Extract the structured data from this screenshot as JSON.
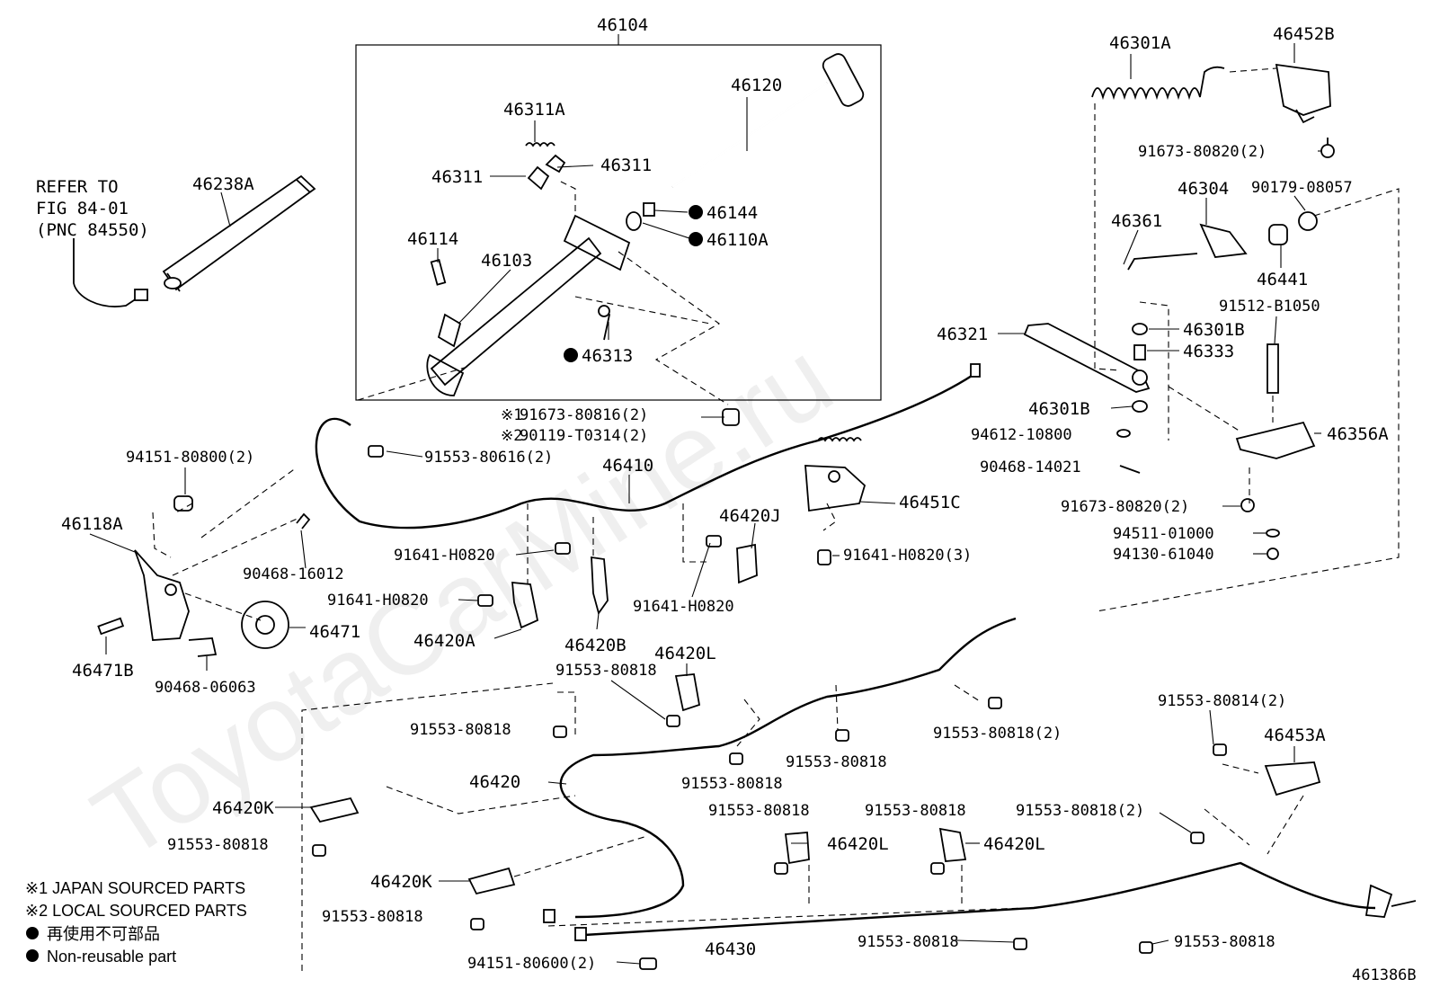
{
  "diagram_id": "461386B",
  "refer": [
    "REFER TO",
    "FIG 84-01",
    "(PNC 84550)"
  ],
  "assembly_label": "46104",
  "watermark": "ToyotaCarMine.ru",
  "note_marks": [
    "※1",
    "※2"
  ],
  "legend": {
    "japan": "※1 JAPAN SOURCED PARTS",
    "local": "※2 LOCAL SOURCED PARTS",
    "nonreuse_jp": "再使用不可部品",
    "nonreuse_en": "Non-reusable part"
  },
  "labels": [
    {
      "id": "46120",
      "text": "46120"
    },
    {
      "id": "46311A",
      "text": "46311A"
    },
    {
      "id": "46311-l",
      "text": "46311"
    },
    {
      "id": "46311-r",
      "text": "46311"
    },
    {
      "id": "46144",
      "text": "46144",
      "nonreusable": true
    },
    {
      "id": "46110A",
      "text": "46110A",
      "nonreusable": true
    },
    {
      "id": "46114",
      "text": "46114"
    },
    {
      "id": "46103",
      "text": "46103"
    },
    {
      "id": "46313",
      "text": "46313",
      "nonreusable": true
    },
    {
      "id": "46238A",
      "text": "46238A"
    },
    {
      "id": "46301A",
      "text": "46301A"
    },
    {
      "id": "46452B",
      "text": "46452B"
    },
    {
      "id": "91673-80820-a",
      "text": "91673-80820(2)"
    },
    {
      "id": "46304",
      "text": "46304"
    },
    {
      "id": "90179-08057",
      "text": "90179-08057"
    },
    {
      "id": "46361",
      "text": "46361"
    },
    {
      "id": "46441",
      "text": "46441"
    },
    {
      "id": "91512-B1050",
      "text": "91512-B1050"
    },
    {
      "id": "46321",
      "text": "46321"
    },
    {
      "id": "46301B-a",
      "text": "46301B"
    },
    {
      "id": "46333",
      "text": "46333"
    },
    {
      "id": "46301B-b",
      "text": "46301B"
    },
    {
      "id": "94612-10800",
      "text": "94612-10800"
    },
    {
      "id": "46356A",
      "text": "46356A"
    },
    {
      "id": "90468-14021",
      "text": "90468-14021"
    },
    {
      "id": "91673-80820-b",
      "text": "91673-80820(2)"
    },
    {
      "id": "94511-01000",
      "text": "94511-01000"
    },
    {
      "id": "94130-61040",
      "text": "94130-61040"
    },
    {
      "id": "91673-80816",
      "text": "91673-80816(2)"
    },
    {
      "id": "90119-T0314",
      "text": "90119-T0314(2)"
    },
    {
      "id": "94151-80800",
      "text": "94151-80800(2)"
    },
    {
      "id": "91553-80616",
      "text": "91553-80616(2)"
    },
    {
      "id": "46410",
      "text": "46410"
    },
    {
      "id": "46118A",
      "text": "46118A"
    },
    {
      "id": "46420J",
      "text": "46420J"
    },
    {
      "id": "46451C",
      "text": "46451C"
    },
    {
      "id": "91641-H0820-a",
      "text": "91641-H0820"
    },
    {
      "id": "90468-16012",
      "text": "90468-16012"
    },
    {
      "id": "91641-H0820-3",
      "text": "91641-H0820(3)"
    },
    {
      "id": "91641-H0820-b",
      "text": "91641-H0820"
    },
    {
      "id": "91641-H0820-c",
      "text": "91641-H0820"
    },
    {
      "id": "46471",
      "text": "46471"
    },
    {
      "id": "46420A",
      "text": "46420A"
    },
    {
      "id": "46420B",
      "text": "46420B"
    },
    {
      "id": "46471B",
      "text": "46471B"
    },
    {
      "id": "90468-06063",
      "text": "90468-06063"
    },
    {
      "id": "46420L-a",
      "text": "46420L"
    },
    {
      "id": "91553-80818-a",
      "text": "91553-80818"
    },
    {
      "id": "91553-80818-b",
      "text": "91553-80818"
    },
    {
      "id": "91553-80818-2a",
      "text": "91553-80818(2)"
    },
    {
      "id": "91553-80814",
      "text": "91553-80814(2)"
    },
    {
      "id": "46453A",
      "text": "46453A"
    },
    {
      "id": "91553-80818-c",
      "text": "91553-80818"
    },
    {
      "id": "46420",
      "text": "46420"
    },
    {
      "id": "91553-80818-d",
      "text": "91553-80818"
    },
    {
      "id": "46420K-a",
      "text": "46420K"
    },
    {
      "id": "91553-80818-e",
      "text": "91553-80818"
    },
    {
      "id": "91553-80818-f",
      "text": "91553-80818"
    },
    {
      "id": "91553-80818-g",
      "text": "91553-80818"
    },
    {
      "id": "91553-80818-2b",
      "text": "91553-80818(2)"
    },
    {
      "id": "46420L-b",
      "text": "46420L"
    },
    {
      "id": "46420L-c",
      "text": "46420L"
    },
    {
      "id": "46420K-b",
      "text": "46420K"
    },
    {
      "id": "91553-80818-h",
      "text": "91553-80818"
    },
    {
      "id": "46430",
      "text": "46430"
    },
    {
      "id": "91553-80818-i",
      "text": "91553-80818"
    },
    {
      "id": "91553-80818-j",
      "text": "91553-80818"
    },
    {
      "id": "94151-80600",
      "text": "94151-80600(2)"
    }
  ]
}
